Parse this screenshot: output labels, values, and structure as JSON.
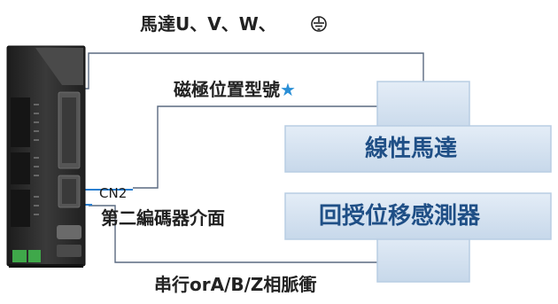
{
  "labels": {
    "motor_power": "馬達U、V、W、",
    "magnetic_pole": "磁極位置型號",
    "magnetic_star": "★",
    "cn2": "CN2",
    "second_encoder": "第二編碼器介面",
    "serial_signal": "串行orA/B/Z相脈衝"
  },
  "boxes": {
    "linear_motor": "線性馬達",
    "feedback_sensor": "回授位移感測器"
  },
  "icons": {
    "ground": "ground-symbol-icon",
    "drive": "servo-drive-icon"
  },
  "colors": {
    "box_face": "#d6e3f1",
    "box_border": "#b8cde3",
    "box_text": "#1f4f86",
    "cable": "#5a6a80",
    "signal_line": "#2a7fd0",
    "star": "#2a8fd6",
    "drive_body": "#2c2c2c"
  }
}
